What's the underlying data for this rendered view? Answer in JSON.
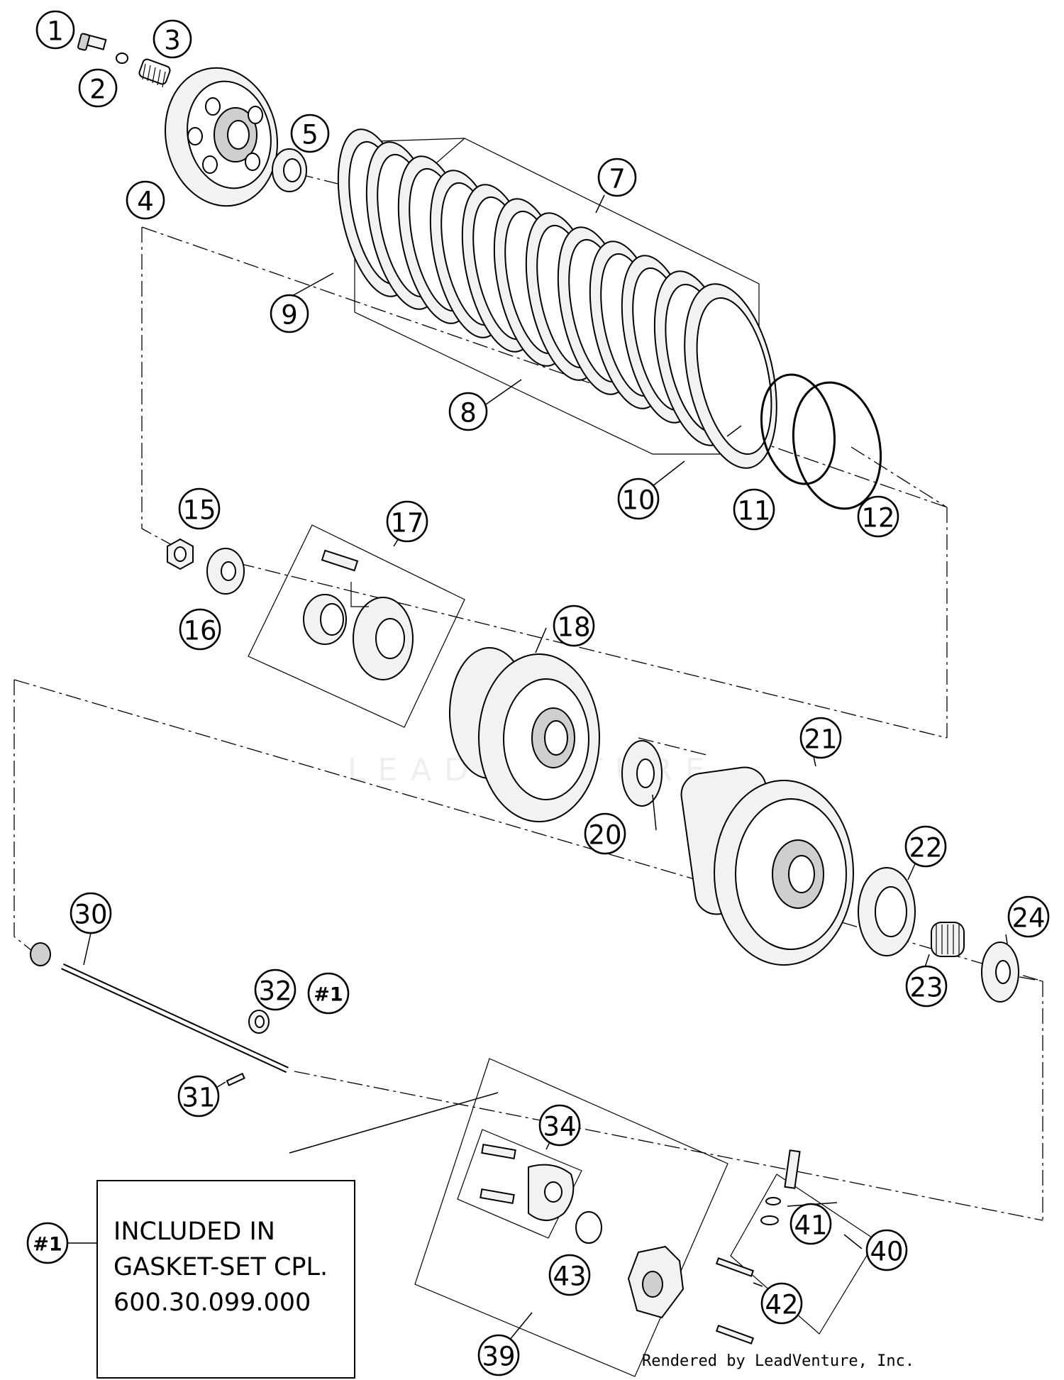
{
  "callouts": {
    "c1": "1",
    "c2": "2",
    "c3": "3",
    "c4": "4",
    "c5": "5",
    "c7": "7",
    "c8": "8",
    "c9": "9",
    "c10": "10",
    "c11": "11",
    "c12": "12",
    "c15": "15",
    "c16": "16",
    "c17": "17",
    "c18": "18",
    "c20": "20",
    "c21": "21",
    "c22": "22",
    "c23": "23",
    "c24": "24",
    "c30": "30",
    "c31": "31",
    "c32": "32",
    "c34": "34",
    "c39": "39",
    "c40": "40",
    "c41": "41",
    "c42": "42",
    "c43": "43",
    "ref1": "#1",
    "note_ref": "#1"
  },
  "note": {
    "line1": "INCLUDED IN",
    "line2": "GASKET-SET CPL.",
    "line3": "600.30.099.000"
  },
  "watermark": "LEADVENTURE",
  "footer": "Rendered by LeadVenture, Inc."
}
